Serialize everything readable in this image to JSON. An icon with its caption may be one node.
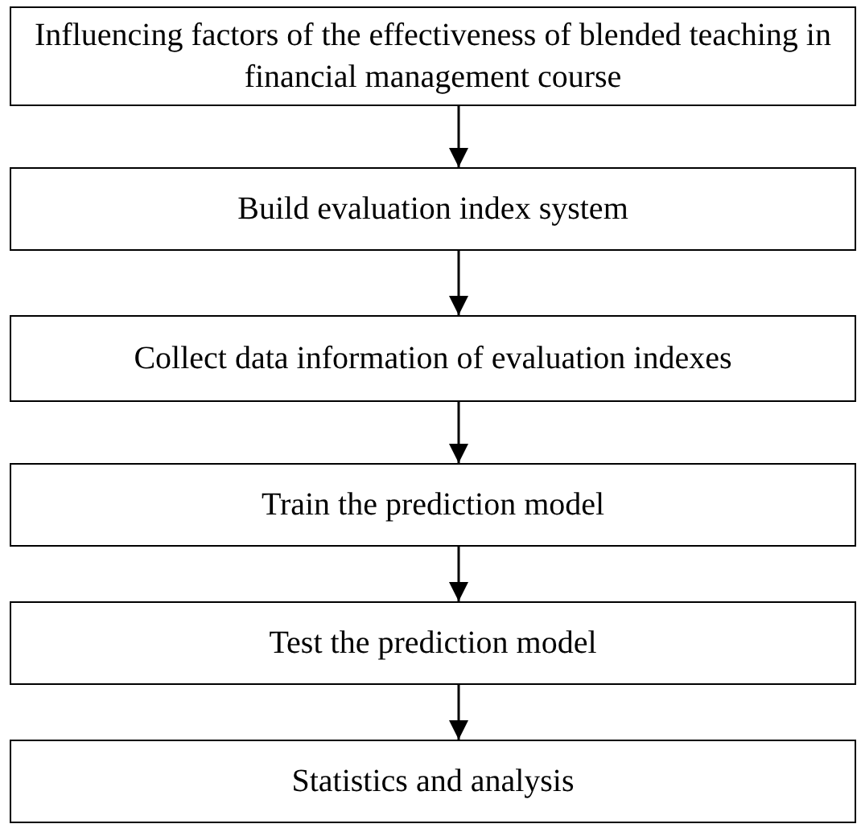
{
  "diagram": {
    "nodes": [
      {
        "text": [
          "Influencing factors of the effectiveness of blended teaching in financial management course"
        ]
      },
      {
        "text": [
          "Build evaluation index system"
        ]
      },
      {
        "text": [
          "Collect data information of evaluation indexes"
        ]
      },
      {
        "text": [
          "Train the prediction model"
        ]
      },
      {
        "text": [
          "Test the prediction model"
        ]
      },
      {
        "text": [
          "Statistics and analysis"
        ]
      }
    ],
    "edges": [
      {
        "from": 0,
        "to": 1,
        "arrow": "to"
      },
      {
        "from": 1,
        "to": 2,
        "arrow": "to"
      },
      {
        "from": 2,
        "to": 3,
        "arrow": "to"
      },
      {
        "from": 3,
        "to": 4,
        "arrow": "to"
      },
      {
        "from": 4,
        "to": 5,
        "arrow": "to"
      }
    ]
  }
}
